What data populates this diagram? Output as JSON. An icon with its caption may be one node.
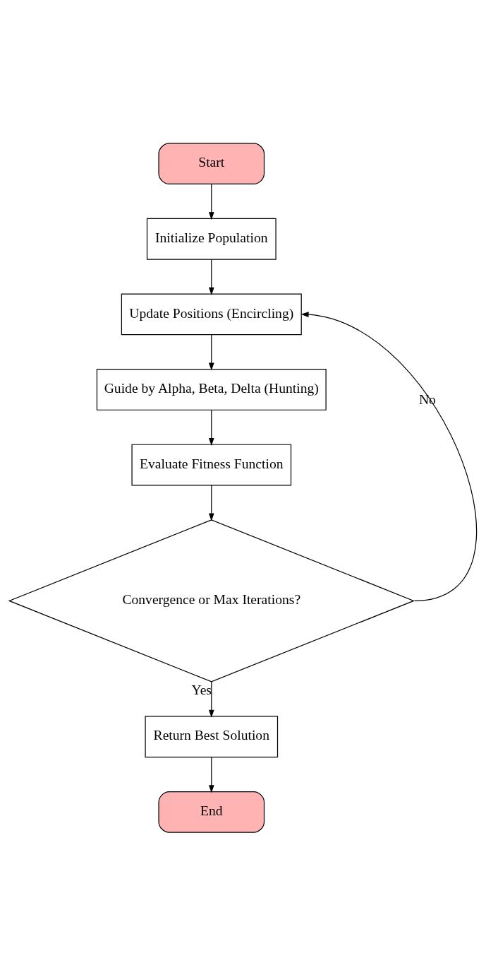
{
  "diagram": {
    "nodes": [
      {
        "text": [
          "Start"
        ]
      },
      {
        "text": [
          "Initialize Population"
        ]
      },
      {
        "text": [
          "Update Positions (Encircling)"
        ]
      },
      {
        "text": [
          "Guide by Alpha, Beta, Delta (Hunting)"
        ]
      },
      {
        "text": [
          "Evaluate Fitness Function"
        ]
      },
      {
        "text": [
          "Convergence or Max Iterations?"
        ]
      },
      {
        "text": [
          "Return Best Solution"
        ]
      },
      {
        "text": [
          "End"
        ]
      }
    ],
    "edges": [
      {
        "from": 0,
        "to": 1,
        "arrow": "to"
      },
      {
        "from": 1,
        "to": 2,
        "arrow": "to"
      },
      {
        "from": 2,
        "to": 3,
        "arrow": "to"
      },
      {
        "from": 3,
        "to": 4,
        "arrow": "to"
      },
      {
        "from": 4,
        "to": 5,
        "arrow": "to"
      },
      {
        "from": 5,
        "to": 2,
        "arrow": "to",
        "label": "No"
      },
      {
        "from": 5,
        "to": 6,
        "arrow": "to",
        "label": "Yes"
      },
      {
        "from": 6,
        "to": 7,
        "arrow": "to"
      }
    ]
  }
}
